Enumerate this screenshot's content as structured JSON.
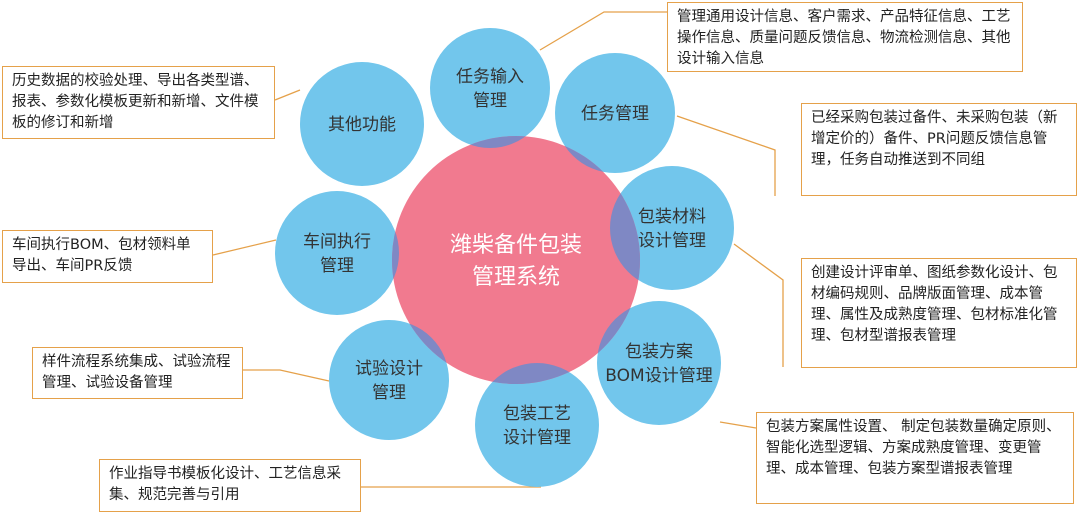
{
  "center": {
    "lines": [
      "潍柴备件包装",
      "管理系统"
    ],
    "color": "#f17a8f"
  },
  "satellite_color": "#72c6ec",
  "overlap_color": "#7f88c4",
  "connector_color": "#e5a14a",
  "modules": [
    {
      "id": "task-input",
      "lines": [
        "任务输入",
        "管理"
      ],
      "desc": "管理通用设计信息、客户需求、产品特征信息、工艺操作信息、质量问题反馈信息、物流检测信息、其他设计输入信息"
    },
    {
      "id": "task-management",
      "lines": [
        "任务管理"
      ],
      "desc": "已经采购包装过备件、未采购包装（新增定价的）备件、PR问题反馈信息管理，任务自动推送到不同组"
    },
    {
      "id": "packaging-material-design",
      "lines": [
        "包装材料",
        "设计管理"
      ],
      "desc": "创建设计评审单、图纸参数化设计、包材编码规则、品牌版面管理、成本管理、属性及成熟度管理、包材标准化管理、包材型谱报表管理"
    },
    {
      "id": "packaging-scheme-bom",
      "lines": [
        "包装方案",
        "BOM设计管理"
      ],
      "desc": "包装方案属性设置、 制定包装数量确定原则、智能化选型逻辑、方案成熟度管理、变更管理、成本管理、包装方案型谱报表管理"
    },
    {
      "id": "packaging-process-design",
      "lines": [
        "包装工艺",
        "设计管理"
      ],
      "desc": "作业指导书模板化设计、工艺信息采集、规范完善与引用"
    },
    {
      "id": "trial-design",
      "lines": [
        "试验设计",
        "管理"
      ],
      "desc": "样件流程系统集成、试验流程管理、试验设备管理"
    },
    {
      "id": "workshop-execution",
      "lines": [
        "车间执行",
        "管理"
      ],
      "desc": "车间执行BOM、包材领料单导出、车间PR反馈"
    },
    {
      "id": "other-functions",
      "lines": [
        "其他功能"
      ],
      "desc": "历史数据的校验处理、导出各类型谱、报表、参数化模板更新和新增、文件模板的修订和新增"
    }
  ]
}
